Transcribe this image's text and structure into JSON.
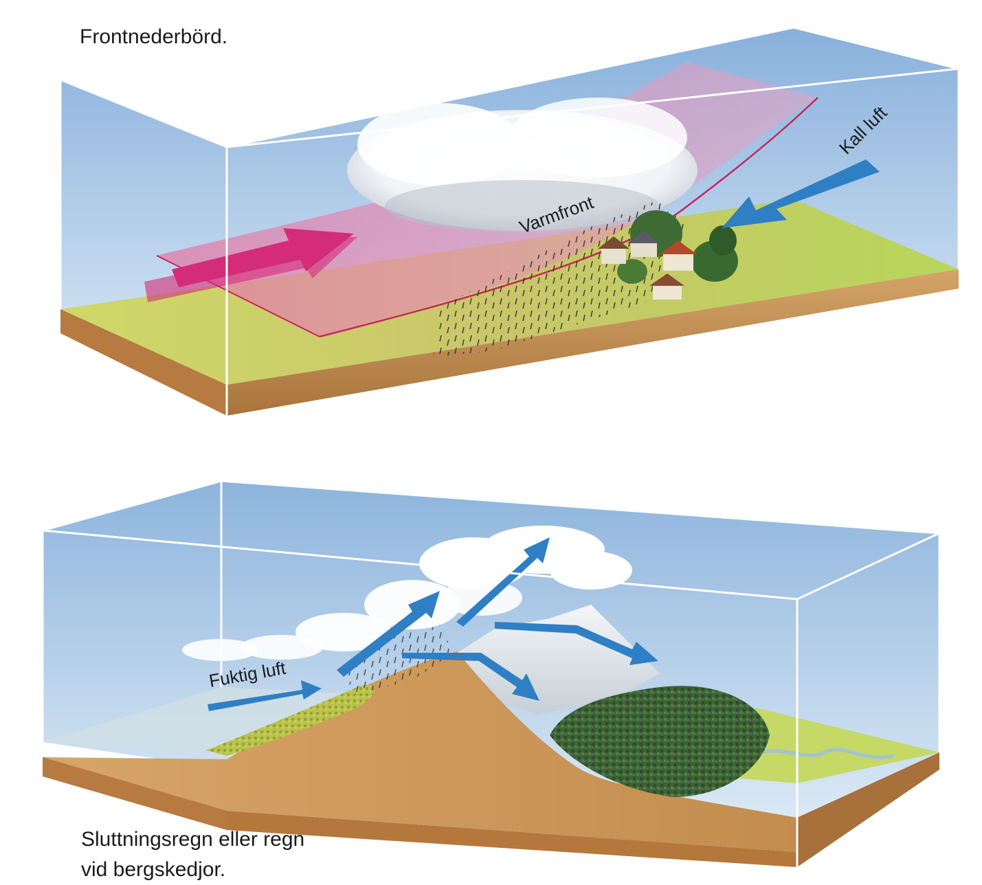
{
  "top_diagram": {
    "caption": "Frontnederbörd.",
    "labels": {
      "warm_front": "Varmfront",
      "cold_air": "Kall luft"
    }
  },
  "bottom_diagram": {
    "caption_lines": [
      "Sluttningsregn eller regn",
      "vid bergskedjor."
    ],
    "labels": {
      "moist_air": "Fuktig luft"
    }
  },
  "colors": {
    "sky_top": "#8fb6df",
    "sky_bottom": "#d6e6f4",
    "grass": "#c8d86a",
    "soil": "#c08848",
    "front_surface": "#e58fb0",
    "warm_arrow": "#d42c78",
    "cold_arrow": "#2f7fc4",
    "air_arrow": "#2f7fc4",
    "forest": "#3e6a36",
    "snow": "#e8eef2"
  }
}
